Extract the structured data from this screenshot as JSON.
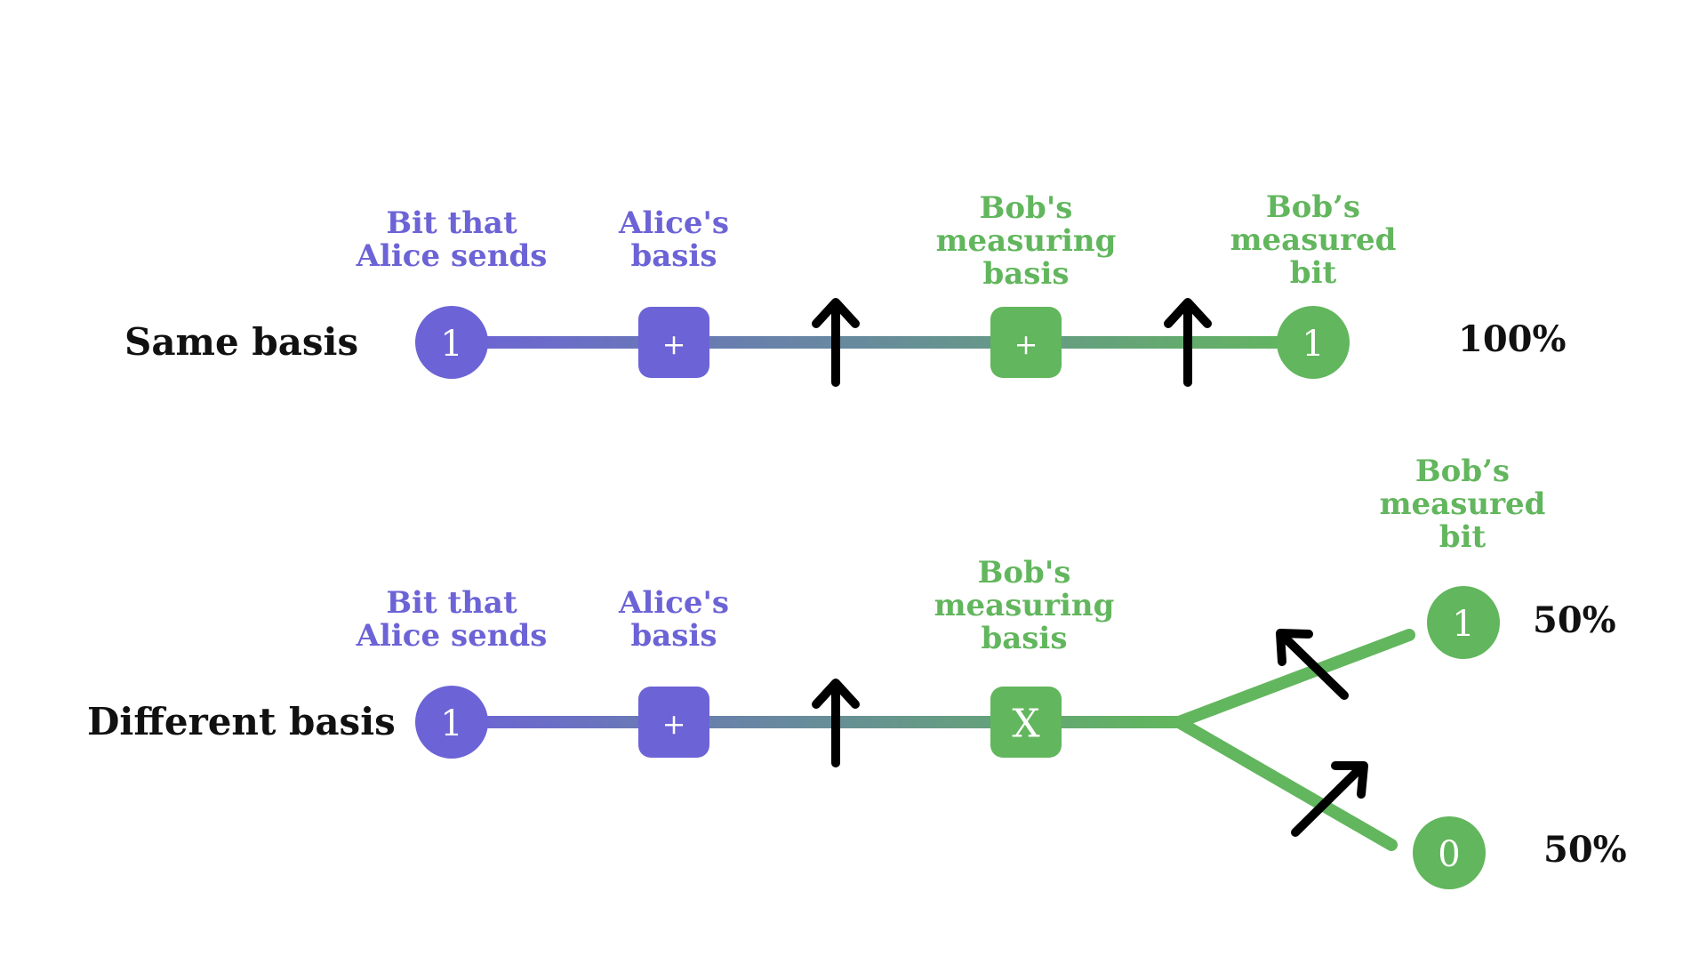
{
  "colors": {
    "alice": "#6c63d6",
    "bob": "#62b65d",
    "arrow": "#000000",
    "text": "#111111"
  },
  "same_basis": {
    "row_label": "Same basis",
    "alice_bit_label": [
      "Bit that",
      "Alice sends"
    ],
    "alice_basis_label": [
      "Alice's",
      "basis"
    ],
    "bob_basis_label": [
      "Bob's",
      "measuring",
      "basis"
    ],
    "bob_bit_label": [
      "Bob’s",
      "measured",
      "bit"
    ],
    "alice_bit": "1",
    "alice_basis": "+",
    "bob_basis": "+",
    "bob_bit": "1",
    "photon_icon": "arrow-up-icon",
    "measured_photon_icon": "arrow-up-icon",
    "probability": "100%"
  },
  "different_basis": {
    "row_label": "Different basis",
    "alice_bit_label": [
      "Bit that",
      "Alice sends"
    ],
    "alice_basis_label": [
      "Alice's",
      "basis"
    ],
    "bob_basis_label": [
      "Bob's",
      "measuring",
      "basis"
    ],
    "bob_bit_label": [
      "Bob’s",
      "measured",
      "bit"
    ],
    "alice_bit": "1",
    "alice_basis": "+",
    "bob_basis": "X",
    "outcome_top_bit": "1",
    "outcome_bottom_bit": "0",
    "photon_icon": "arrow-up-icon",
    "outcome_top_icon": "arrow-up-left-icon",
    "outcome_bottom_icon": "arrow-up-right-icon",
    "outcome_top_probability": "50%",
    "outcome_bottom_probability": "50%"
  }
}
